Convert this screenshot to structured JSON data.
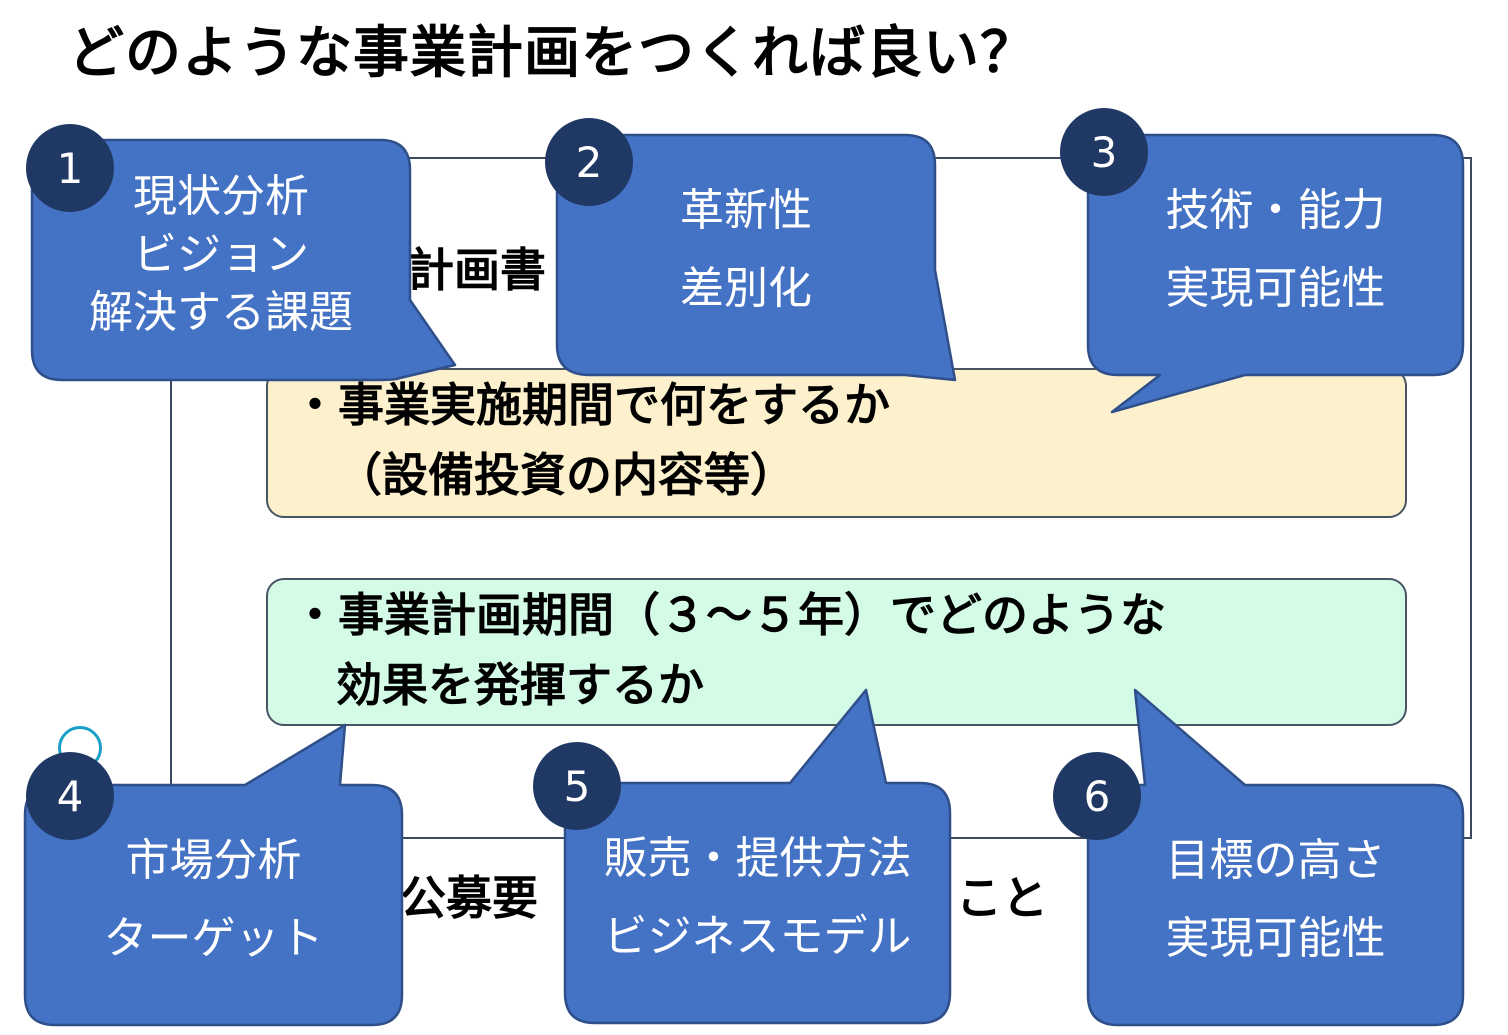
{
  "title": "どのような事業計画をつくれば良い？",
  "frame": {
    "partial_top": "計画書",
    "partial_bottom_left": "公募要",
    "partial_bottom_right": "こと"
  },
  "box1": {
    "line1": "・事業実施期間で何をするか",
    "line2": "（設備投資の内容等）",
    "color": "#fdf1cd"
  },
  "box2": {
    "line1": "・事業計画期間（３～５年）でどのような",
    "line2": "効果を発揮するか",
    "color": "#d4fbe6"
  },
  "callouts": [
    {
      "number": "1",
      "lines": [
        "現状分析",
        "ビジョン",
        "解決する課題"
      ]
    },
    {
      "number": "2",
      "lines": [
        "革新性",
        "差別化"
      ]
    },
    {
      "number": "3",
      "lines": [
        "技術・能力",
        "実現可能性"
      ]
    },
    {
      "number": "4",
      "lines": [
        "市場分析",
        "ターゲット"
      ]
    },
    {
      "number": "5",
      "lines": [
        "販売・提供方法",
        "ビジネスモデル"
      ]
    },
    {
      "number": "6",
      "lines": [
        "目標の高さ",
        "実現可能性"
      ]
    }
  ],
  "colors": {
    "callout_fill": "#4472c4",
    "callout_stroke": "#2f4f8a",
    "number_circle": "#1f3864"
  }
}
